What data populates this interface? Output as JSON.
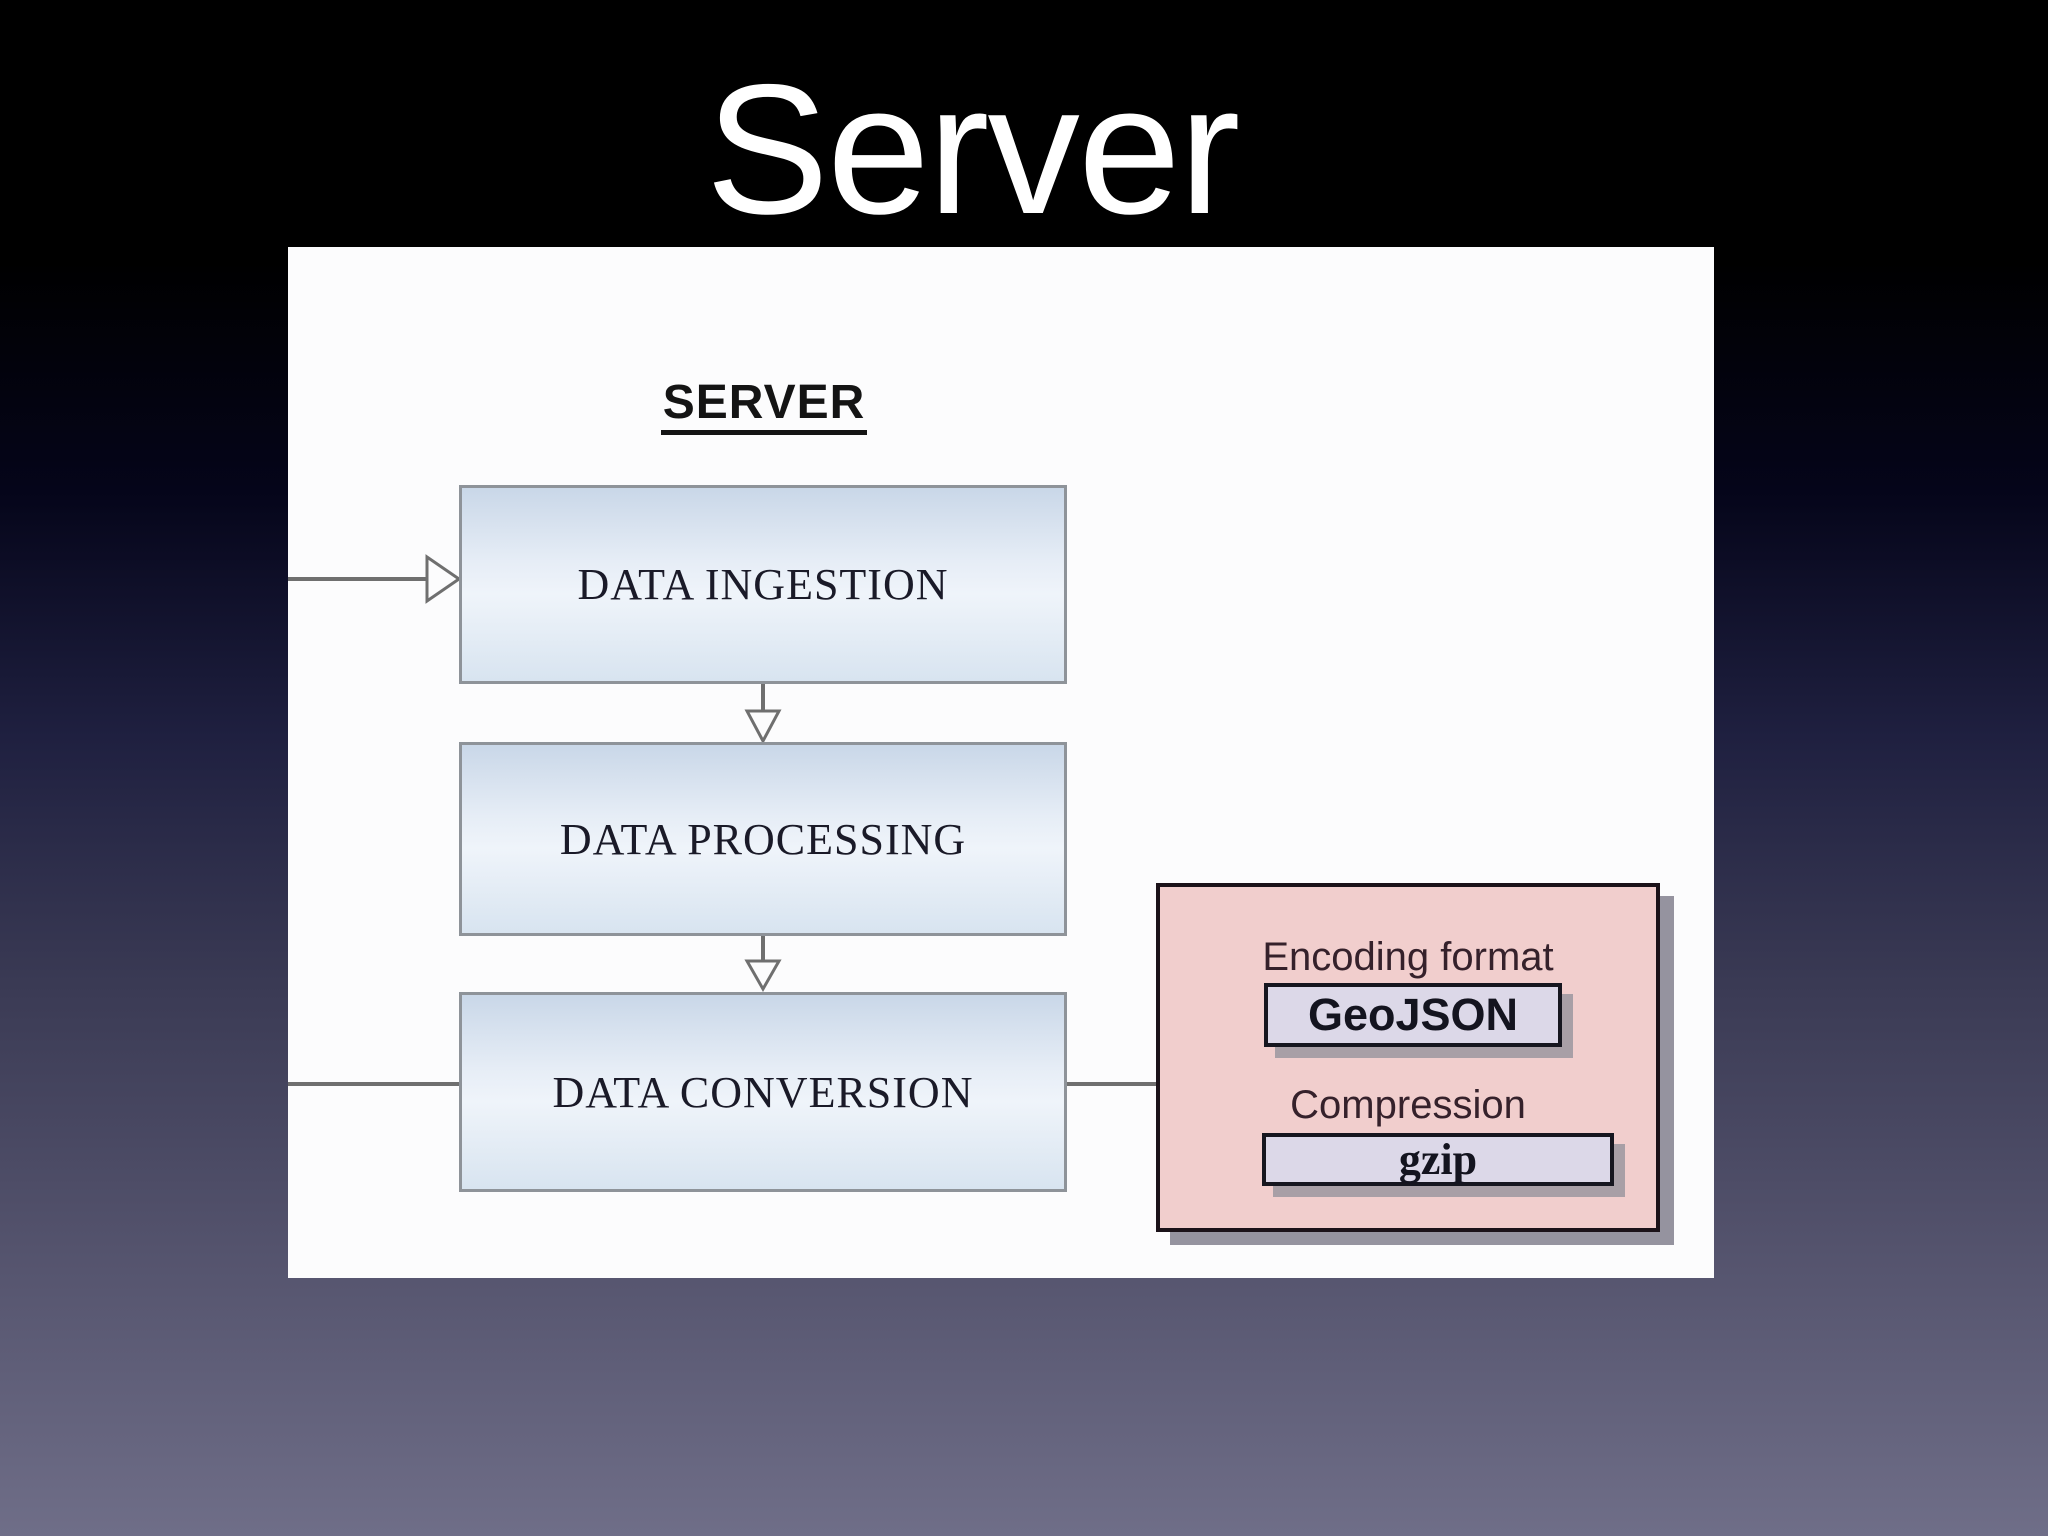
{
  "slide": {
    "title": "Server"
  },
  "diagram": {
    "heading": "SERVER",
    "boxes": [
      {
        "id": "data-ingestion",
        "label": "DATA INGESTION"
      },
      {
        "id": "data-processing",
        "label": "DATA PROCESSING"
      },
      {
        "id": "data-conversion",
        "label": "DATA CONVERSION"
      }
    ],
    "output_panel": {
      "fields": [
        {
          "label": "Encoding format",
          "value": "GeoJSON"
        },
        {
          "label": "Compression",
          "value": "gzip"
        }
      ]
    },
    "colors": {
      "slide_background_top": "#000000",
      "slide_background_bottom": "#6f6e88",
      "panel_background": "#fcfcfd",
      "flow_box_fill_top": "#c9d7e8",
      "flow_box_fill_mid": "#eff4fa",
      "flow_box_border": "#8e9399",
      "connector_gray": "#6f6f6f",
      "options_panel_fill": "#f1cecd",
      "options_panel_border": "#1b1219",
      "value_button_fill": "#dcd8e8",
      "title_text": "#ffffff"
    }
  }
}
